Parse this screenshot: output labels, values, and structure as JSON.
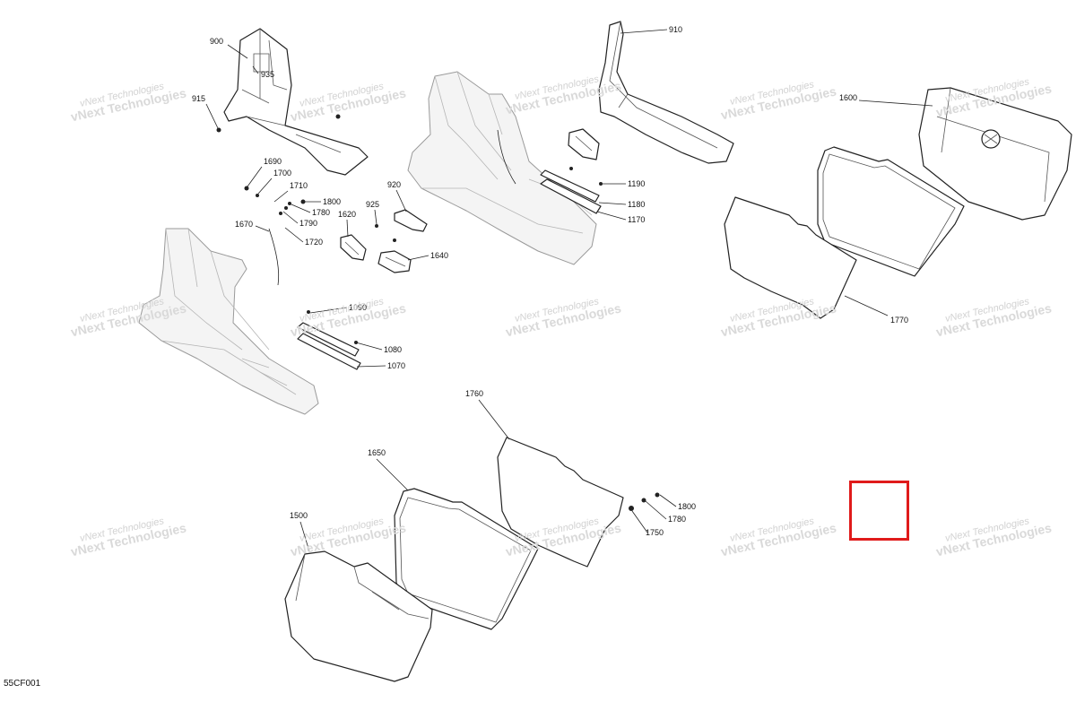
{
  "diagram": {
    "code": "55CF001",
    "watermark": {
      "line1": "vNext Technologies",
      "line2": "vNext Technologies"
    },
    "callouts": [
      "900",
      "935",
      "915",
      "1690",
      "1700",
      "1710",
      "1800",
      "1780",
      "1790",
      "1720",
      "1670",
      "1620",
      "925",
      "920",
      "1640",
      "1090",
      "1080",
      "1070",
      "910",
      "1190",
      "1180",
      "1170",
      "1600",
      "1770",
      "1760",
      "1650",
      "1500",
      "1800",
      "1780",
      "1750"
    ],
    "selection": {
      "color": "#e01b1b"
    }
  }
}
